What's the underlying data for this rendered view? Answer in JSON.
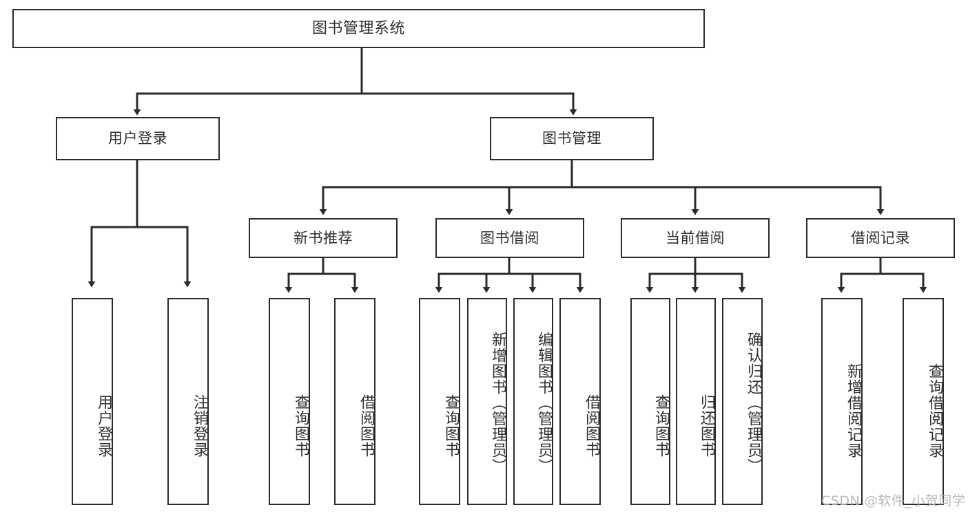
{
  "diagram": {
    "title": "图书管理系统",
    "watermark": "CSDN @软件_小贺同学",
    "style": {
      "line_color": "#2b2b2b",
      "text_color": "#2f2f2f",
      "background": "#ffffff"
    },
    "nodes": {
      "root": {
        "label": "图书管理系统"
      },
      "level2": [
        {
          "id": "user-login",
          "label": "用户登录"
        },
        {
          "id": "book-manage",
          "label": "图书管理"
        }
      ],
      "level3": [
        {
          "id": "new-book-recommend",
          "label": "新书推荐"
        },
        {
          "id": "book-borrow",
          "label": "图书借阅"
        },
        {
          "id": "current-borrow",
          "label": "当前借阅"
        },
        {
          "id": "borrow-record",
          "label": "借阅记录"
        }
      ],
      "leaves": {
        "user-login": [
          {
            "id": "leaf-user-login",
            "label": "用户登录"
          },
          {
            "id": "leaf-user-logout",
            "label": "注销登录"
          }
        ],
        "new-book-recommend": [
          {
            "id": "leaf-query-book-1",
            "label": "查询图书"
          },
          {
            "id": "leaf-borrow-book-1",
            "label": "借阅图书"
          }
        ],
        "book-borrow": [
          {
            "id": "leaf-query-book-2",
            "label": "查询图书"
          },
          {
            "id": "leaf-add-book",
            "label": "新增图书（管理员）"
          },
          {
            "id": "leaf-edit-book",
            "label": "编辑图书（管理员）"
          },
          {
            "id": "leaf-borrow-book-2",
            "label": "借阅图书"
          }
        ],
        "current-borrow": [
          {
            "id": "leaf-query-book-3",
            "label": "查询图书"
          },
          {
            "id": "leaf-return-book",
            "label": "归还图书"
          },
          {
            "id": "leaf-confirm-return",
            "label": "确认归还（管理员）"
          }
        ],
        "borrow-record": [
          {
            "id": "leaf-add-record",
            "label": "新增借阅记录"
          },
          {
            "id": "leaf-query-record",
            "label": "查询借阅记录"
          }
        ]
      }
    }
  }
}
